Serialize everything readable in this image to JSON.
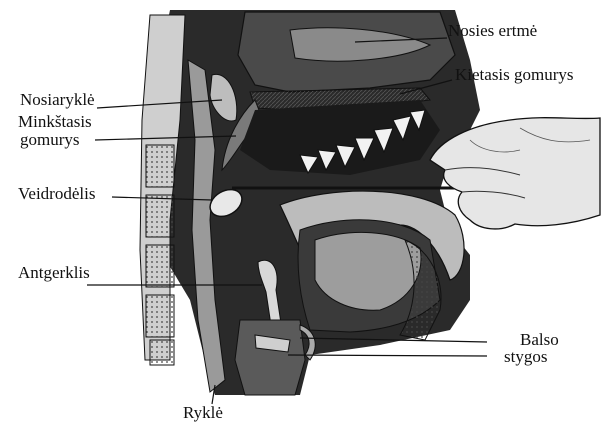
{
  "colors": {
    "ink": "#111111",
    "tissue_dark": "#1c1c1c",
    "tissue_mid": "#6d6d6d",
    "tissue_light": "#b8b8b8",
    "background": "#ffffff"
  },
  "labels": {
    "nasal_cavity": "Nosies ertmė",
    "hard_palate": "Kietasis gomurys",
    "nasopharynx": "Nosiaryklė",
    "soft_palate_line1": "Minkštasis",
    "soft_palate_line2": "gomurys",
    "mirror": "Veidrodėlis",
    "epiglottis": "Antgerklis",
    "vocal_cords_line1": "Balso",
    "vocal_cords_line2": "stygos",
    "pharynx": "Ryklė"
  },
  "icons": {
    "hand": "hand-icon",
    "mirror_instrument": "laryngeal-mirror-icon"
  }
}
